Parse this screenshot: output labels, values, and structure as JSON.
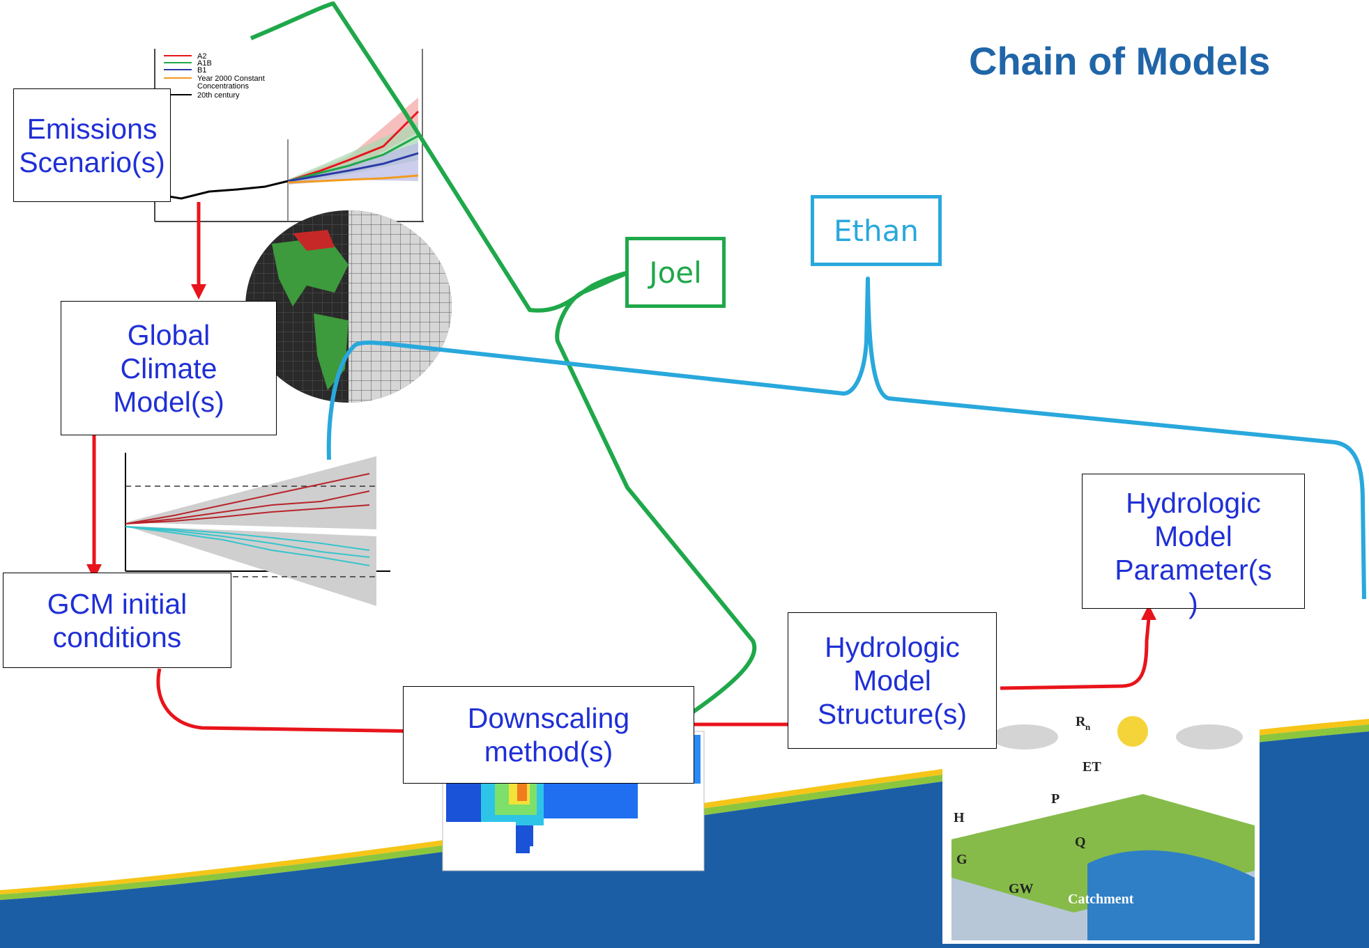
{
  "title": "Chain of Models",
  "boxes": {
    "emissions": "Emissions\nScenario(s)",
    "gcm": "Global\nClimate\nModel(s)",
    "initial": "GCM initial\nconditions",
    "downscaling": "Downscaling\nmethod(s)",
    "hydro_structure": "Hydrologic\nModel\nStructure(s)",
    "hydro_param": "Hydrologic\nModel\nParameter(s\n)"
  },
  "people": {
    "joel": "Joel",
    "ethan": "Ethan"
  },
  "emissions_legend": [
    "A2",
    "A1B",
    "B1",
    "Year 2000 Constant Concentrations",
    "20th century"
  ],
  "catchment_labels": {
    "rn": "R",
    "rn_sub": "n",
    "et": "ET",
    "p": "P",
    "h": "H",
    "g": "G",
    "gw": "GW",
    "q": "Q",
    "catchment": "Catchment"
  },
  "colors": {
    "arrow": "#e8141b",
    "joel": "#1fa84a",
    "ethan": "#29a8dc",
    "box_text": "#1f2fd6",
    "title": "#1f65a8",
    "band_dark": "#1b5ea6",
    "band_green": "#8cc63e",
    "band_yellow": "#f5c518"
  }
}
